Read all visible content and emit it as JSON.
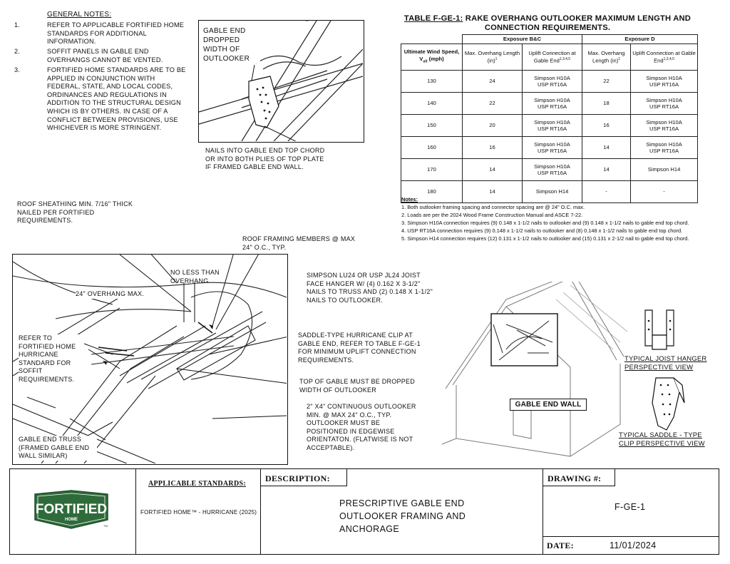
{
  "general_notes": {
    "title": "GENERAL NOTES:",
    "items": [
      {
        "num": "1.",
        "text": "REFER TO APPLICABLE FORTIFIED HOME STANDARDS FOR ADDITIONAL INFORMATION."
      },
      {
        "num": "2.",
        "text": "SOFFIT PANELS IN GABLE END OVERHANGS CANNOT BE VENTED."
      },
      {
        "num": "3.",
        "text": "FORTIFIED HOME STANDARDS ARE TO BE APPLIED IN CONJUNCTION WITH FEDERAL, STATE, AND LOCAL CODES, ORDINANCES AND REGULATIONS IN ADDITION TO THE STRUCTURAL DESIGN WHICH IS BY OTHERS. IN CASE OF A CONFLICT BETWEEN PROVISIONS, USE WHICHEVER IS MORE STRINGENT."
      }
    ]
  },
  "detail_top": {
    "label_dropped": "GABLE END DROPPED WIDTH OF OUTLOOKER",
    "label_nails": "NAILS INTO GABLE END TOP CHORD OR INTO BOTH PLIES OF TOP PLATE IF FRAMED GABLE END WALL."
  },
  "table": {
    "title_prefix": "TABLE F-GE-1:",
    "title_rest": " RAKE OVERHANG OUTLOOKER MAXIMUM LENGTH AND CONNECTION REQUIREMENTS.",
    "group_headers": [
      "Exposure B&C",
      "Exposure D"
    ],
    "col_headers": [
      "Ultimate Wind Speed, V",
      "ult",
      " (mph)",
      "Max. Overhang Length (in)",
      "1",
      "Uplift Connection at Gable End",
      "1,3,4,5",
      "Max. Overhang Length (in)",
      "1",
      "Uplift Connection at Gable End",
      "1,3,4,5"
    ],
    "rows": [
      [
        "130",
        "24",
        "Simpson H10A\nUSP RT16A",
        "22",
        "Simpson H10A\nUSP RT16A"
      ],
      [
        "140",
        "22",
        "Simpson H10A\nUSP RT16A",
        "18",
        "Simpson H10A\nUSP RT16A"
      ],
      [
        "150",
        "20",
        "Simpson H10A\nUSP RT16A",
        "16",
        "Simpson H10A\nUSP RT16A"
      ],
      [
        "160",
        "16",
        "Simpson H10A\nUSP RT16A",
        "14",
        "Simpson H10A\nUSP RT16A"
      ],
      [
        "170",
        "14",
        "Simpson H10A\nUSP RT16A",
        "14",
        "Simpson H14"
      ],
      [
        "180",
        "14",
        "Simpson H14",
        "-",
        "-"
      ]
    ]
  },
  "table_notes": {
    "heading": "Notes:",
    "items": [
      "1.  Both outlooker framing spacing and connector spacing are @ 24\" O.C. max.",
      "2.  Loads are per the 2024 Wood Frame Construction Manual and ASCE 7-22.",
      "3.  Simpson H10A connection requires (9) 0.148 x 1-1/2 nails to outlooker and (9) 0.148 x 1-1/2 nails to gable end top chord.",
      "4.  USP RT16A connection requires (9) 0.148 x 1-1/2 nails to outlooker and (8) 0.148 x 1-1/2 nails to gable end top chord.",
      "5.  Simpson H14 connection requires (12) 0.131 x 1-1/2 nails to outlooker and (15) 0.131 x 2-1/2 nail to gable end top chord."
    ]
  },
  "main_detail": {
    "roof_sheathing": "ROOF SHEATHING MIN. 7/16\" THICK NAILED PER FORTIFIED REQUIREMENTS.",
    "roof_framing": "ROOF FRAMING MEMBERS @ MAX 24\" O.C., TYP.",
    "no_less": "NO LESS THAN OVERHANG",
    "overhang_max": "24\" OVERHANG MAX.",
    "simpson_lu24": "SIMPSON LU24 OR USP JL24 JOIST FACE HANGER W/ (4) 0.162 X 3-1/2\" NAILS TO TRUSS AND (2) 0.148 X 1-1/2\" NAILS TO OUTLOOKER.",
    "refer_to": "REFER TO FORTIFIED HOME HURRICANE STANDARD FOR SOFFIT REQUIREMENTS.",
    "saddle": "SADDLE-TYPE HURRICANE CLIP AT GABLE END, REFER TO TABLE F-GE-1 FOR MINIMUM UPLIFT CONNECTION REQUIREMENTS.",
    "top_of_gable": "TOP OF GABLE MUST BE DROPPED WIDTH OF OUTLOOKER",
    "continuous": "2\" X4\" CONTINUOUS OUTLOOKER MIN. @ MAX 24\" O.C., TYP. OUTLOOKER MUST BE POSITIONED IN EDGEWISE ORIENTATON. (FLATWISE IS NOT ACCEPTABLE).",
    "gable_end_truss": "GABLE END TRUSS (FRAMED GABLE END WALL SIMILAR)"
  },
  "house_detail": {
    "gable_end_wall": "GABLE END WALL",
    "joist_hanger": "TYPICAL JOIST HANGER PERSPECTIVE VIEW",
    "saddle_clip": "TYPICAL SADDLE - TYPE CLIP PERSPECTIVE VIEW"
  },
  "title_block": {
    "logo_text": "FORTIFIED",
    "logo_sub": "HOME",
    "logo_tm": "TM",
    "standards_label": "APPLICABLE STANDARDS:",
    "standards_value": "FORTIFIED HOME™ - HURRICANE (2025)",
    "description_label": "DESCRIPTION:",
    "description_value": "PRESCRIPTIVE GABLE END OUTLOOKER FRAMING AND ANCHORAGE",
    "drawing_label": "DRAWING #:",
    "drawing_value": "F-GE-1",
    "date_label": "DATE:",
    "date_value": "11/01/2024"
  },
  "colors": {
    "logo_green": "#2f6b3a",
    "ink": "#111111"
  }
}
